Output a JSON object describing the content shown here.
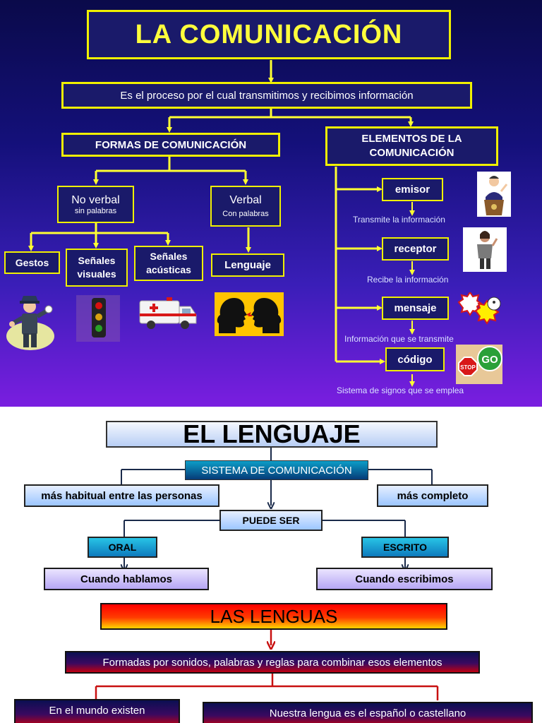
{
  "top": {
    "title": "LA COMUNICACIÓN",
    "definition": "Es el proceso por el cual transmitimos y recibimos información",
    "formas": {
      "title": "FORMAS DE COMUNICACIÓN",
      "no_verbal": {
        "label": "No verbal",
        "sub": "sin palabras"
      },
      "verbal": {
        "label": "Verbal",
        "sub": "Con palabras"
      },
      "gestos": "Gestos",
      "senales_visuales": "Señales visuales",
      "senales_acusticas": "Señales acústicas",
      "lenguaje": "Lenguaje"
    },
    "elementos": {
      "title": "ELEMENTOS DE LA COMUNICACIÓN",
      "items": [
        {
          "label": "emisor",
          "desc": "Transmite la información",
          "icon": "speaker-at-podium-icon"
        },
        {
          "label": "receptor",
          "desc": "Recibe la información",
          "icon": "person-listening-icon"
        },
        {
          "label": "mensaje",
          "desc": "Información que se transmite",
          "icon": "speech-bubbles-icon"
        },
        {
          "label": "código",
          "desc": "Sistema de signos que se emplea",
          "icon": "stop-go-signs-icon"
        }
      ]
    },
    "stop_text": "STOP",
    "go_text": "GO",
    "colors": {
      "border": "#f0f000",
      "arrow": "#ffff33"
    }
  },
  "bottom": {
    "lenguaje": {
      "title": "EL LENGUAJE",
      "sistema": "SISTEMA DE COMUNICACIÓN",
      "habitual": "más habitual entre las personas",
      "completo": "más completo",
      "puede_ser": "PUEDE SER",
      "oral": "ORAL",
      "escrito": "ESCRITO",
      "hablamos": "Cuando hablamos",
      "escribimos": "Cuando escribimos"
    },
    "lenguas": {
      "title": "LAS LENGUAS",
      "formadas": "Formadas por sonidos, palabras y reglas para combinar esos elementos",
      "mundo": "En el mundo existen",
      "nuestra": "Nuestra lengua es el español o castellano"
    }
  }
}
